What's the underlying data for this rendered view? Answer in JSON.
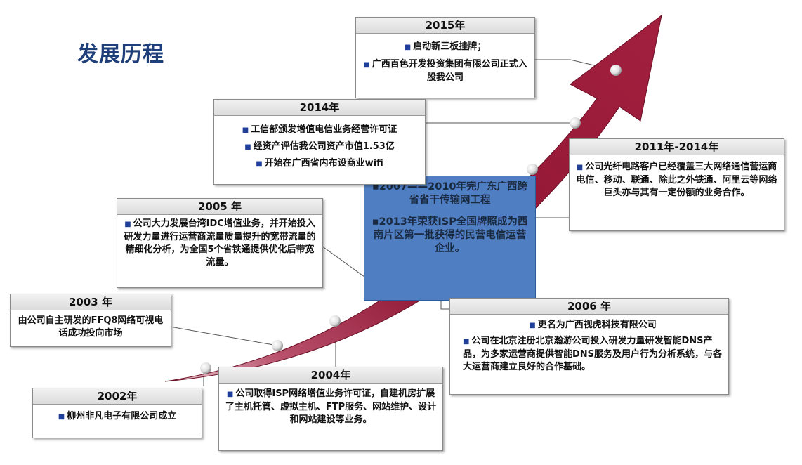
{
  "title": "发展历程",
  "milestones": {
    "y2015": {
      "year": "2015年",
      "items": [
        "启动新三板挂牌；",
        "广西百色开发投资集团有限公司正式入股我公司"
      ]
    },
    "y2014": {
      "year": "2014年",
      "items": [
        "工信部颁发增值电信业务经营许可证",
        "经资产评估我公司资产市值1.53亿",
        "开始在广西省内布设商业wifi"
      ]
    },
    "y2011_2014": {
      "year": "2011年-2014年",
      "items": [
        "公司光纤电路客户已经覆盖三大网络通信营运商电信、移动、联通、除此之外铁通、阿里云等网络巨头亦与其有一定份额的业务合作。"
      ]
    },
    "y2005": {
      "year": "2005 年",
      "items": [
        "公司大力发展台湾IDC增值业务，并开始投入研发力量进行运营商流量质量提升的宽带流量的精细化分析，为全国5个省铁通提供优化后带宽流量。"
      ]
    },
    "y2003": {
      "year": "2003 年",
      "items": [
        "由公司自主研发的FFQ8网络可视电话成功投向市场"
      ]
    },
    "y2006": {
      "year": "2006 年",
      "items": [
        "更名为广西视虎科技有限公司",
        "公司在北京注册北京瀚游公司投入研发力量研发智能DNS产品，为多家运营商提供智能DNS服务及用户行为分析系统，与各大运营商建立良好的合作基础。"
      ]
    },
    "y2004": {
      "year": "2004年",
      "items": [
        "公司取得ISP网络增值业务许可证，自建机房扩展了主机托管、虚拟主机、FTP服务、网站维护、设计和网站建设等业务。"
      ]
    },
    "y2002": {
      "year": "2002年",
      "items": [
        "柳州非凡电子有限公司成立"
      ]
    }
  },
  "center": {
    "line1": "▪2007——2010年完广东广西跨省省干传输网工程",
    "line2": "▪2013年荣获ISP全国牌照成为西南片区第一批获得的民营电信运营企业。"
  },
  "colors": {
    "arrow": "#9b1b3c",
    "title": "#1f3f7a",
    "bullet": "#1f3f9a",
    "center_box": "#4f7ec2"
  }
}
